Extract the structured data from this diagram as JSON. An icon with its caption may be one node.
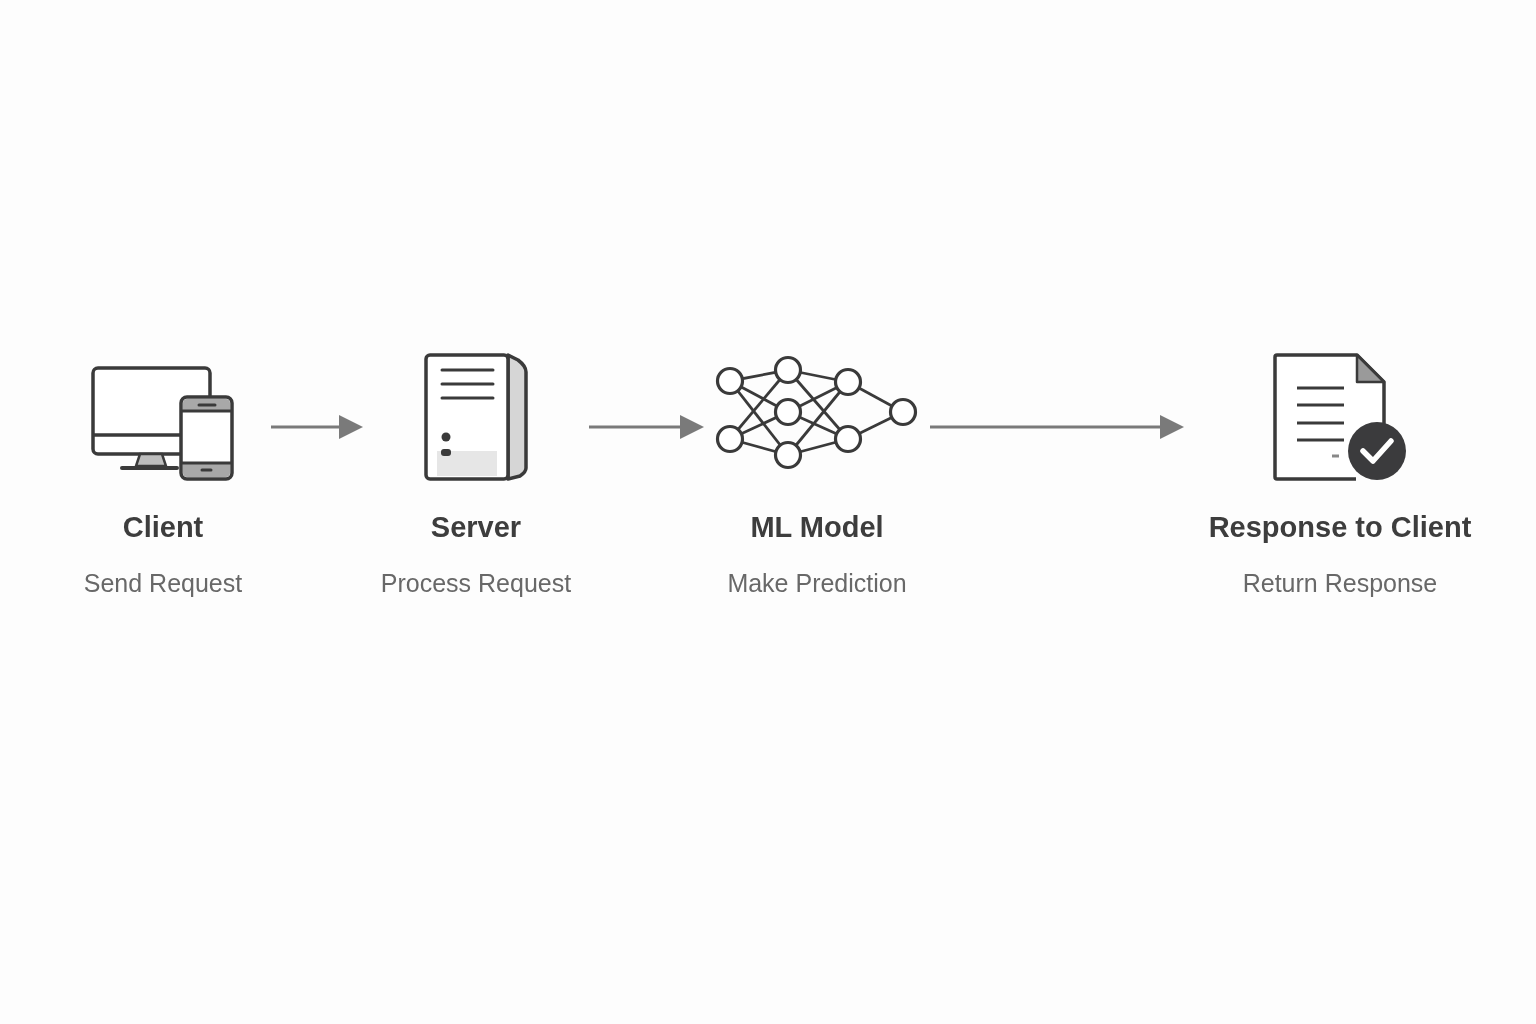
{
  "diagram": {
    "nodes": [
      {
        "text": [
          "Client",
          "Send Request"
        ]
      },
      {
        "text": [
          "Server",
          "Process Request"
        ]
      },
      {
        "text": [
          "ML Model",
          "Make Prediction"
        ]
      },
      {
        "text": [
          "Response to Client",
          "Return Response"
        ]
      }
    ],
    "edges": [
      {
        "from": 0,
        "to": 1,
        "arrow": "to"
      },
      {
        "from": 1,
        "to": 2,
        "arrow": "to"
      },
      {
        "from": 2,
        "to": 3,
        "arrow": "to"
      }
    ]
  }
}
